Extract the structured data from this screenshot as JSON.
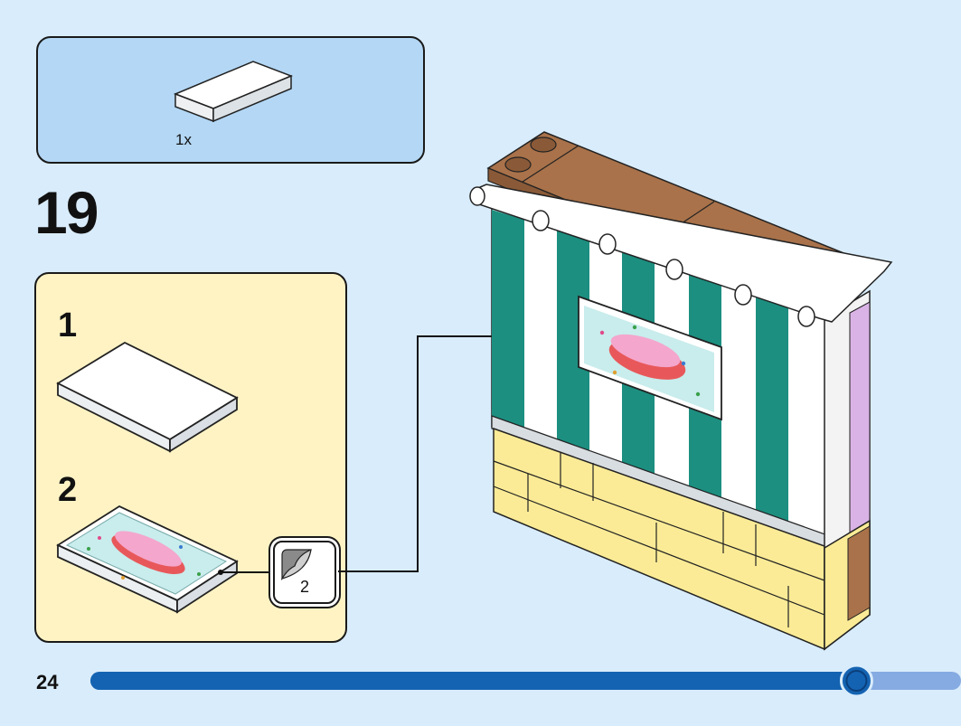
{
  "parts_list": {
    "quantity": "1x"
  },
  "step": {
    "number": "19"
  },
  "substeps": [
    {
      "number": "1"
    },
    {
      "number": "2"
    }
  ],
  "sticker": {
    "sheet_number": "2"
  },
  "footer": {
    "page_number": "24",
    "progress": 0.88
  },
  "colors": {
    "background": "#d9ecfb",
    "parts_box": "#b3d7f4",
    "substep_box": "#fff3c4",
    "teal": "#1c8f80",
    "brown": "#a9724a",
    "yellow": "#fbeb96",
    "lavender": "#d9b3e6",
    "progress_dark": "#1463b2",
    "progress_light": "#86abe2"
  }
}
